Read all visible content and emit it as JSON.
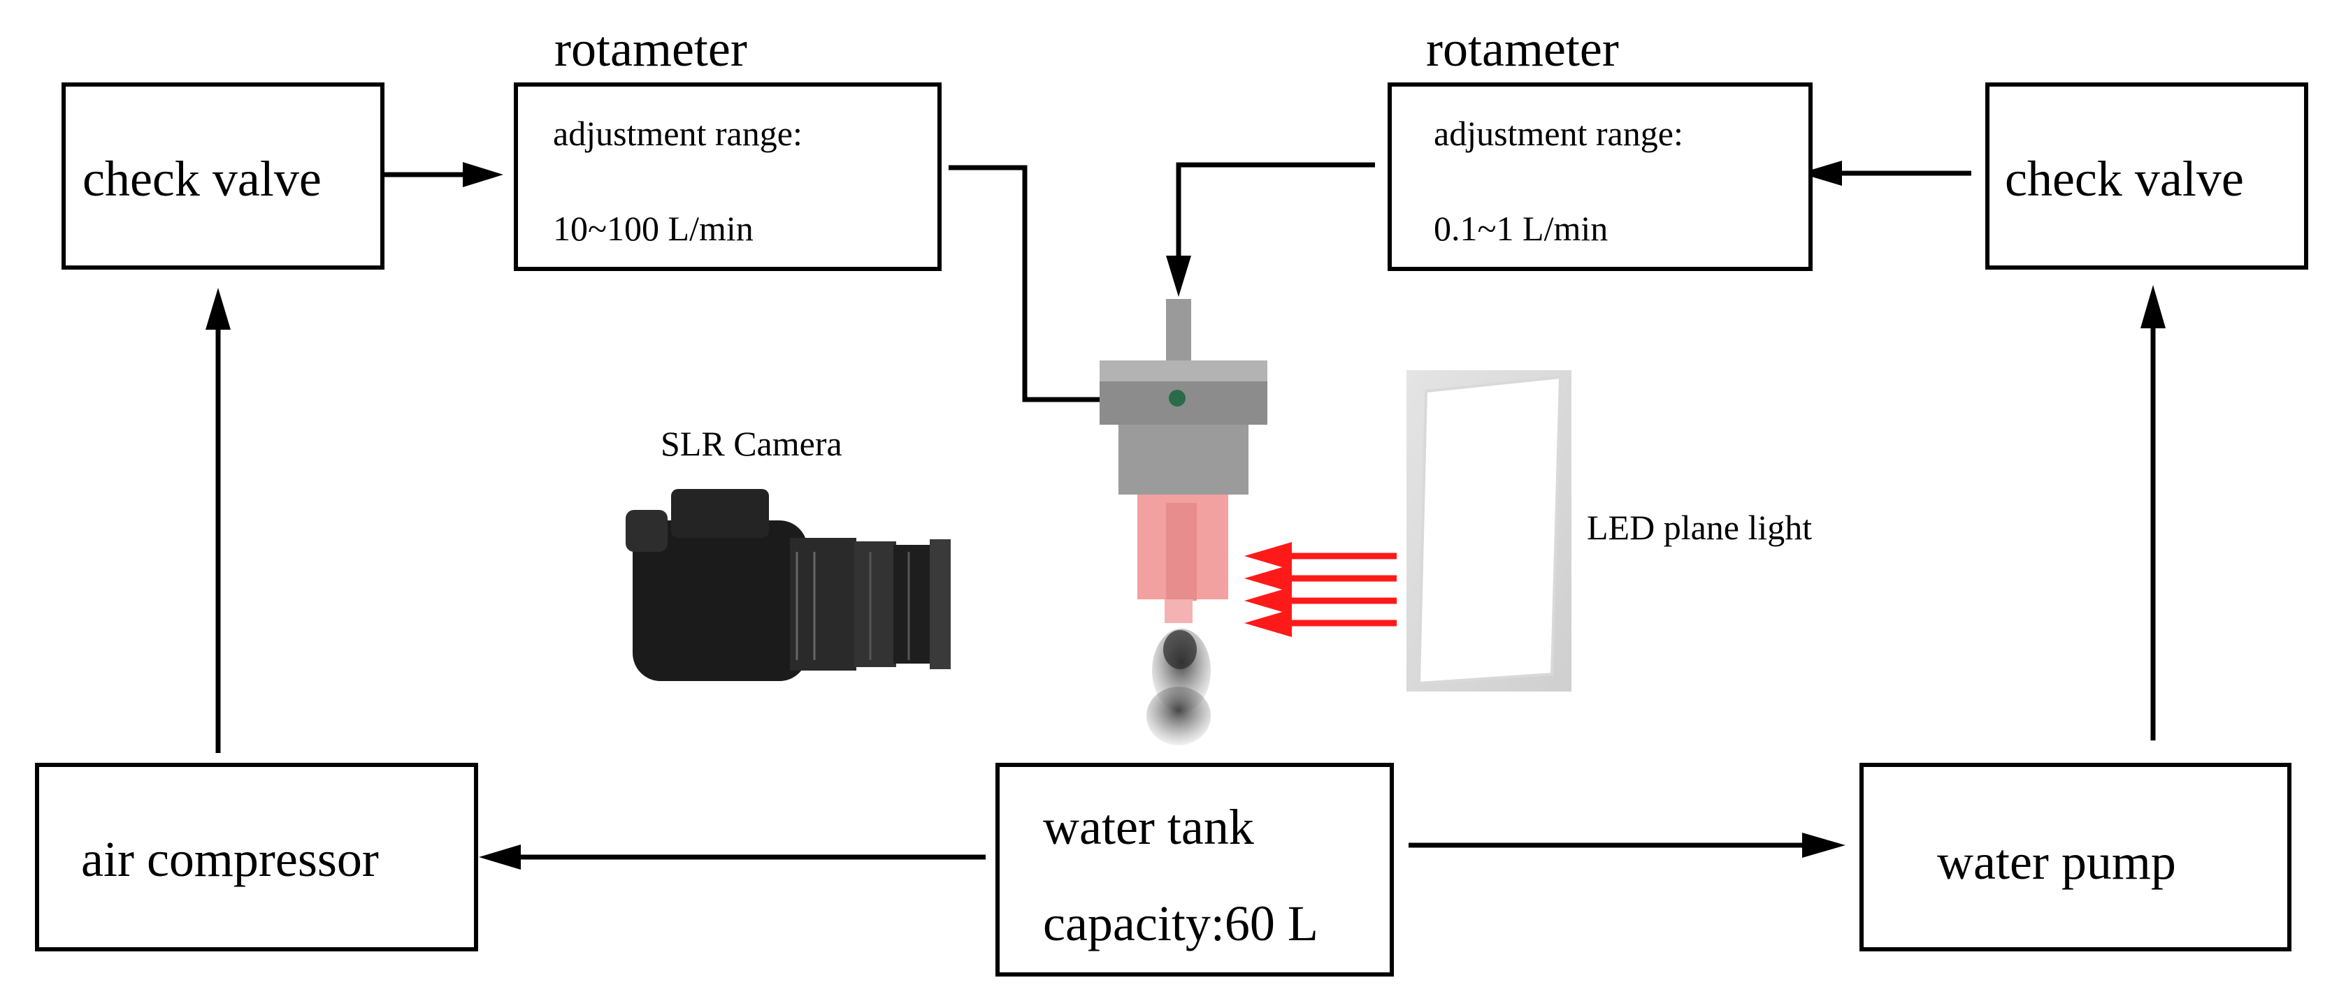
{
  "boxes": {
    "check_valve_left": "check valve",
    "check_valve_right": "check valve",
    "air_compressor": "air compressor",
    "water_pump": "water pump",
    "water_tank": {
      "line1": "water tank",
      "line2": "capacity:60 L"
    }
  },
  "rotameters": {
    "left": {
      "title": "rotameter",
      "line1": "adjustment range:",
      "line2": "10~100 L/min"
    },
    "right": {
      "title": "rotameter",
      "line1": "adjustment range:",
      "line2": "0.1~1 L/min"
    }
  },
  "labels": {
    "camera": "SLR Camera",
    "light": "LED plane light"
  },
  "colors": {
    "line": "#000000",
    "light_arrows": "#ff1a1a",
    "nozzle_body": "#8f8f8f",
    "nozzle_tip": "#f4a3a3"
  },
  "icons": {
    "camera": "slr-camera-icon",
    "light": "led-panel-icon",
    "nozzle": "spray-nozzle-icon",
    "spray": "spray-plume-icon"
  }
}
